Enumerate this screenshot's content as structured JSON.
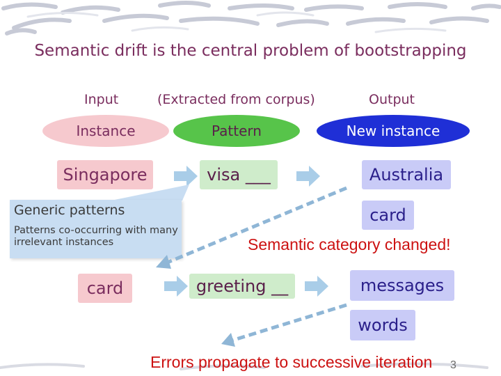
{
  "title": "Semantic drift is the central problem of bootstrapping",
  "headers": {
    "input": "Input",
    "extracted": "(Extracted from corpus)",
    "output": "Output"
  },
  "legend": {
    "instance": "Instance",
    "pattern": "Pattern",
    "new_instance": "New instance"
  },
  "row1": {
    "input": "Singapore",
    "pattern": "visa ___",
    "output": "Australia"
  },
  "output_card": "card",
  "callout": {
    "title": "Generic patterns",
    "body": "Patterns co-occurring with many irrelevant instances"
  },
  "semantic_change": "Semantic category changed!",
  "row2": {
    "input": "card",
    "pattern": "greeting __",
    "output": "messages"
  },
  "output_words": "words",
  "errors": "Errors propagate to successive iteration",
  "page_number": "3",
  "colors": {
    "title": "#7a2d5e",
    "instance": "#f6c9ce",
    "pattern": "#cfeccb",
    "new_instance": "#c9cbf7",
    "alert": "#cc1111",
    "arrow": "#a9cde8",
    "dashed_arrow": "#8fb6d6"
  }
}
